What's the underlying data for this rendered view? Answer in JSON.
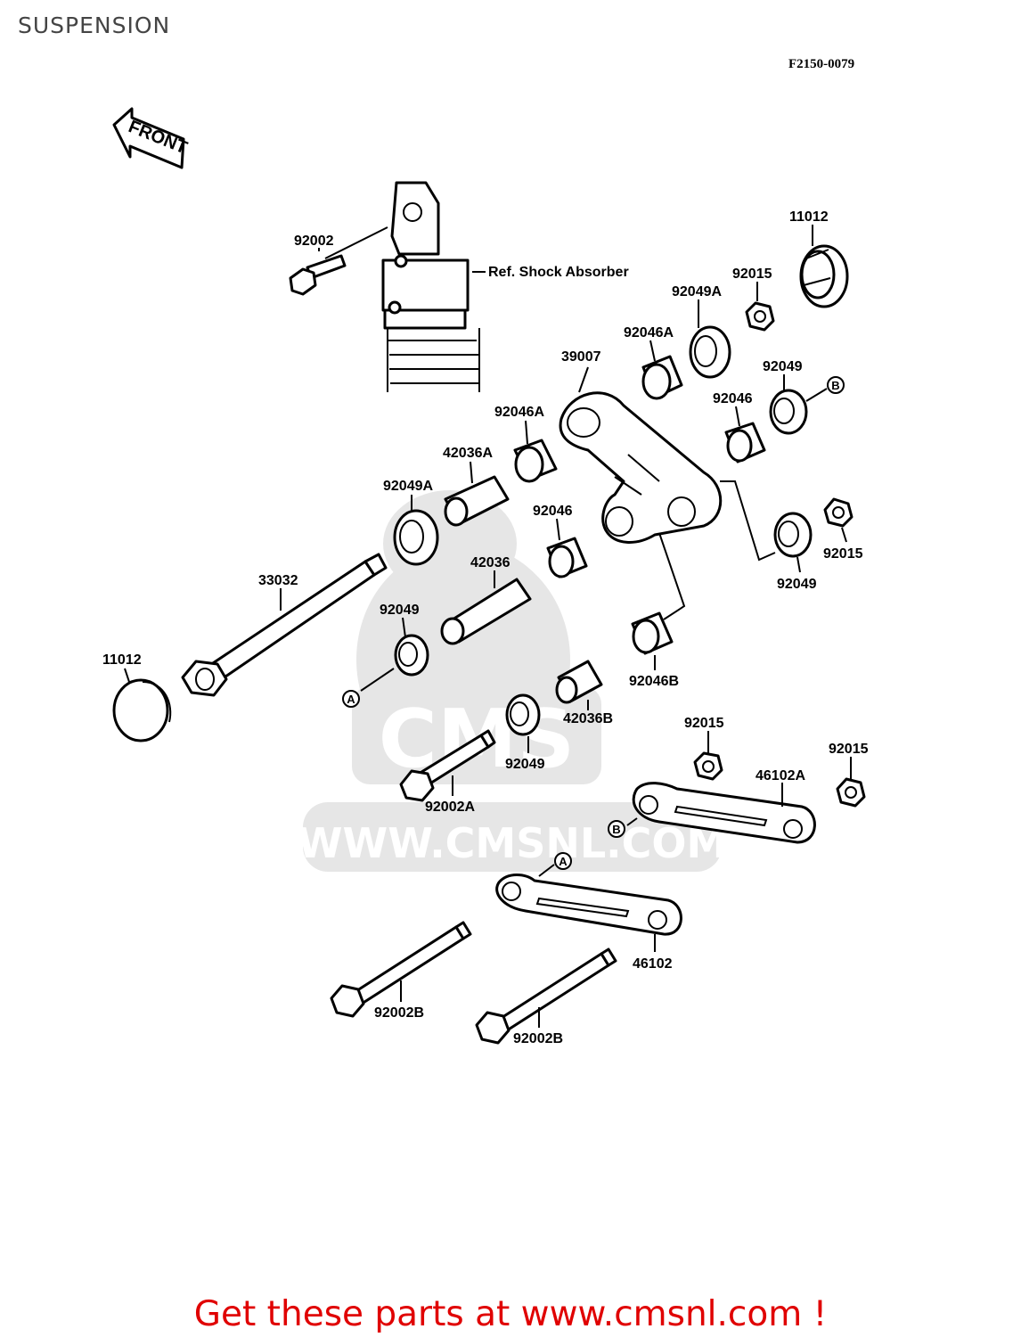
{
  "header": {
    "title": "SUSPENSION"
  },
  "diagram": {
    "ref_code": "F2150-0079",
    "front_arrow_label": "FRONT",
    "shock_label": "Ref. Shock Absorber",
    "watermark": "WWW.CMSNL.COM",
    "watermark_logo": "CMS",
    "markers": [
      "A",
      "B"
    ],
    "part_numbers": [
      "92002",
      "11012",
      "92015",
      "92049A",
      "92046A",
      "39007",
      "92049",
      "92046",
      "92046A",
      "42036A",
      "92049A",
      "92046",
      "92015",
      "92049",
      "42036",
      "33032",
      "92049",
      "11012",
      "92046B",
      "42036B",
      "92015",
      "92015",
      "92049",
      "46102A",
      "92002A",
      "46102",
      "92002B",
      "92002B"
    ]
  },
  "footer": {
    "promo": "Get these parts at www.cmsnl.com !"
  }
}
